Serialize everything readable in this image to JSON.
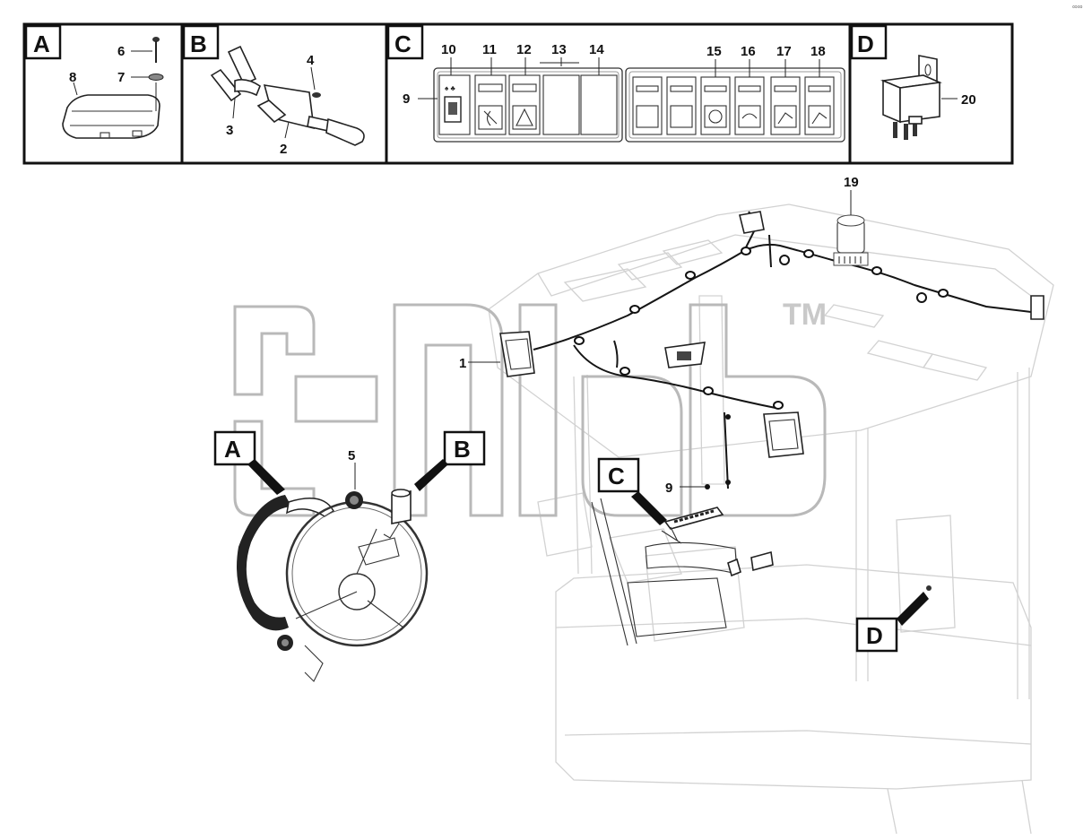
{
  "detail_panels": [
    {
      "letter": "A",
      "callouts": [
        "6",
        "7",
        "8"
      ]
    },
    {
      "letter": "B",
      "callouts": [
        "4",
        "3",
        "2"
      ]
    },
    {
      "letter": "C",
      "callouts": [
        "10",
        "11",
        "12",
        "13",
        "14",
        "15",
        "16",
        "17",
        "18",
        "9"
      ]
    },
    {
      "letter": "D",
      "callouts": [
        "20"
      ]
    }
  ],
  "main_callouts": [
    "19",
    "1",
    "5",
    "9"
  ],
  "view_markers": [
    "A",
    "B",
    "C",
    "D"
  ],
  "watermark": {
    "text": "TM"
  },
  "corner_mark": "∞∞"
}
